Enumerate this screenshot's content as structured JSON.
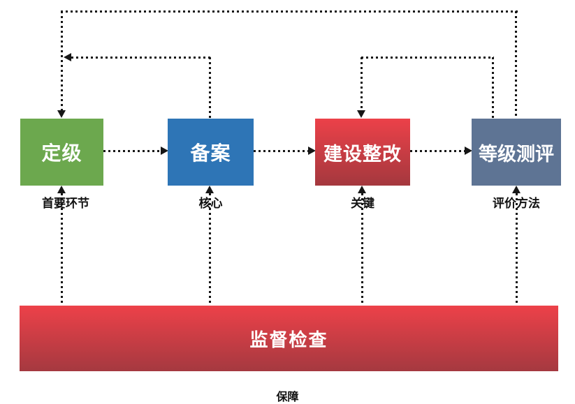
{
  "diagram": {
    "nodes": [
      {
        "id": "grading",
        "label": "定级",
        "sublabel": "首要环节",
        "color": "#6CA84E"
      },
      {
        "id": "filing",
        "label": "备案",
        "sublabel": "核心",
        "color": "#2E75B6"
      },
      {
        "id": "rectification",
        "label": "建设整改",
        "sublabel": "关键",
        "color_top": "#EC4149",
        "color_bottom": "#A4383E"
      },
      {
        "id": "evaluation",
        "label": "等级测评",
        "sublabel": "评价方法",
        "color": "#5E7494"
      }
    ],
    "supervision_bar": {
      "label": "监督检查",
      "color_top": "#ED4149",
      "color_bottom": "#A53940"
    },
    "footer_label": "保障",
    "line_color": "#161616",
    "line_style": "dotted",
    "connections": [
      {
        "from": "grading",
        "to": "filing",
        "type": "forward"
      },
      {
        "from": "filing",
        "to": "rectification",
        "type": "forward"
      },
      {
        "from": "rectification",
        "to": "evaluation",
        "type": "forward"
      },
      {
        "from": "filing",
        "to": "grading",
        "type": "feedback-top"
      },
      {
        "from": "evaluation",
        "to": "rectification",
        "type": "feedback-top"
      },
      {
        "from": "evaluation",
        "to": "grading",
        "type": "feedback-outer-top"
      },
      {
        "from": "supervision_bar",
        "to": "grading",
        "type": "upward"
      },
      {
        "from": "supervision_bar",
        "to": "filing",
        "type": "upward"
      },
      {
        "from": "supervision_bar",
        "to": "rectification",
        "type": "upward"
      },
      {
        "from": "supervision_bar",
        "to": "evaluation",
        "type": "upward"
      }
    ]
  }
}
